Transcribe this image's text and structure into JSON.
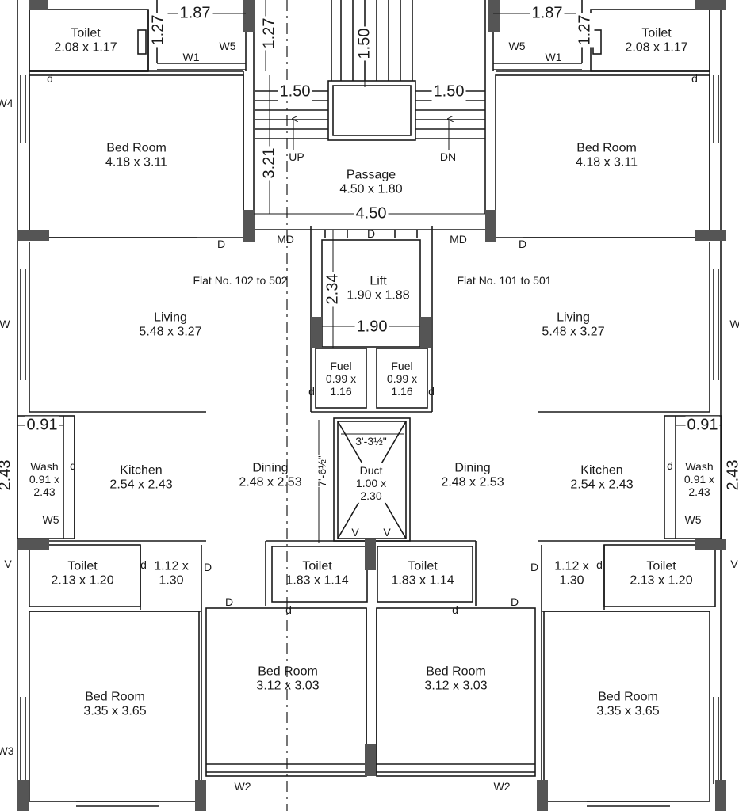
{
  "flats": {
    "left": "Flat No. 102 to 502",
    "right": "Flat No. 101 to 501"
  },
  "rooms": {
    "toilet_tl": {
      "name": "Toilet",
      "dim": "2.08 x 1.17"
    },
    "toilet_tr": {
      "name": "Toilet",
      "dim": "2.08 x 1.17"
    },
    "bed_tl": {
      "name": "Bed Room",
      "dim": "4.18 x 3.11"
    },
    "bed_tr": {
      "name": "Bed Room",
      "dim": "4.18 x 3.11"
    },
    "passage": {
      "name": "Passage",
      "dim": "4.50 x 1.80"
    },
    "lift": {
      "name": "Lift",
      "dim": "1.90 x 1.88"
    },
    "living_l": {
      "name": "Living",
      "dim": "5.48 x 3.27"
    },
    "living_r": {
      "name": "Living",
      "dim": "5.48 x 3.27"
    },
    "fuel_l": {
      "name": "Fuel",
      "dim1": "0.99 x",
      "dim2": "1.16"
    },
    "fuel_r": {
      "name": "Fuel",
      "dim1": "0.99 x",
      "dim2": "1.16"
    },
    "wash_l": {
      "name": "Wash",
      "dim1": "0.91 x",
      "dim2": "2.43"
    },
    "wash_r": {
      "name": "Wash",
      "dim1": "0.91 x",
      "dim2": "2.43"
    },
    "kitchen_l": {
      "name": "Kitchen",
      "dim": "2.54 x 2.43"
    },
    "kitchen_r": {
      "name": "Kitchen",
      "dim": "2.54 x 2.43"
    },
    "dining_l": {
      "name": "Dining",
      "dim": "2.48 x 2.53"
    },
    "dining_r": {
      "name": "Dining",
      "dim": "2.48 x 2.53"
    },
    "duct": {
      "name": "Duct",
      "dim1": "1.00 x",
      "dim2": "2.30"
    },
    "toilet_bl": {
      "name": "Toilet",
      "dim": "2.13 x 1.20"
    },
    "toilet_br": {
      "name": "Toilet",
      "dim": "2.13 x 1.20"
    },
    "store_l": {
      "dim1": "1.12 x",
      "dim2": "1.30"
    },
    "store_r": {
      "dim1": "1.12 x",
      "dim2": "1.30"
    },
    "toilet_cl": {
      "name": "Toilet",
      "dim": "1.83 x 1.14"
    },
    "toilet_cr": {
      "name": "Toilet",
      "dim": "1.83 x 1.14"
    },
    "bed_cl": {
      "name": "Bed Room",
      "dim": "3.12 x 3.03"
    },
    "bed_cr": {
      "name": "Bed Room",
      "dim": "3.12 x 3.03"
    },
    "bed_bl": {
      "name": "Bed Room",
      "dim": "3.35 x 3.65"
    },
    "bed_br": {
      "name": "Bed Room",
      "dim": "3.35 x 3.65"
    }
  },
  "dims": {
    "top_l": "1.87",
    "top_r": "1.87",
    "v127_a": "1.27",
    "v127_b": "1.27",
    "v127_c": "1.27",
    "stair_v": "1.50",
    "land_l": "1.50",
    "land_r": "1.50",
    "passage_v": "3.21",
    "passage_w": "4.50",
    "lift_v": "2.34",
    "lift_w": "1.90",
    "wash_l": "0.91",
    "wash_r": "0.91",
    "left_v": "2.43",
    "right_v": "2.43",
    "duct_h": "3'-3½\"",
    "duct_v": "7'-6½\""
  },
  "tags": {
    "up": "UP",
    "dn": "DN",
    "w1": "W1",
    "w2": "W2",
    "w3": "W3",
    "w4": "W4",
    "w5": "W5",
    "w": "W",
    "v": "V",
    "d": "D",
    "d_small": "d",
    "md": "MD"
  },
  "colors": {
    "line": "#1a1a1a",
    "column": "#555555",
    "background": "#ffffff"
  }
}
